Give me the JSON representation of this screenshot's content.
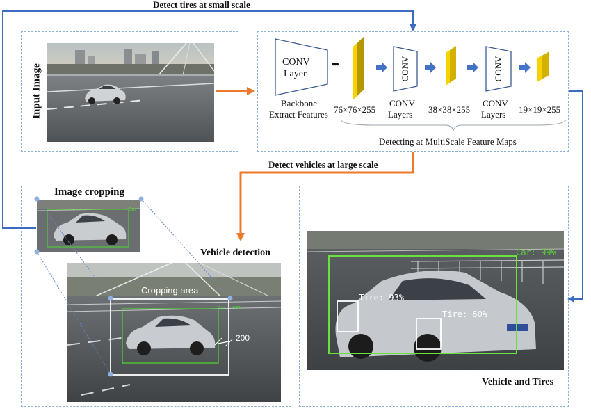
{
  "flow": {
    "top_label": "Detect tires at small scale",
    "mid_label": "Detect vehicles at large scale"
  },
  "input_panel": {
    "title": "Input Image"
  },
  "network_panel": {
    "conv_layer_line1": "CONV",
    "conv_layer_line2": "Layer",
    "ellipsis": "•••",
    "backbone_line1": "Backbone",
    "backbone_line2": "Extract Features",
    "map1": "76×76×255",
    "conv2_label": "CONV",
    "conv2_caption1": "CONV",
    "conv2_caption2": "Layers",
    "map2": "38×38×255",
    "conv3_label": "CONV",
    "conv3_caption1": "CONV",
    "conv3_caption2": "Layers",
    "map3": "19×19×255",
    "footer": "Detecting at MultiScale Feature Maps"
  },
  "crop_panel": {
    "title": "Image cropping",
    "small_car_label": "Car",
    "vehicle_detection": "Vehicle detection",
    "cropping_area": "Cropping area",
    "big_car_label": "Car: 98%",
    "margin_value": "200"
  },
  "result_panel": {
    "car_label": "Car: 99%",
    "tire1_label": "Tire: 93%",
    "tire2_label": "Tire: 60%",
    "caption": "Vehicle and Tires"
  },
  "colors": {
    "panel_border": "#8fb0d6",
    "blue_arrow": "#3c6cc0",
    "orange_arrow": "#ec7a2e",
    "detect_green": "#5ad43a",
    "feature_map": "#f2cf00"
  }
}
